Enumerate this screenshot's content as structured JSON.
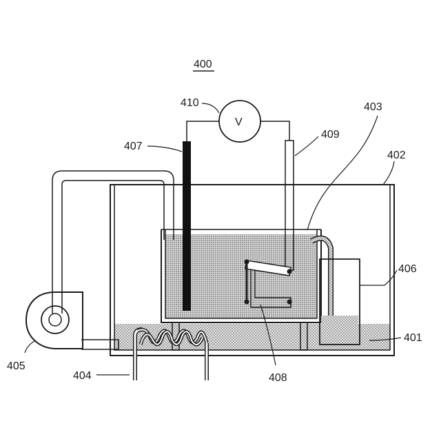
{
  "figure": {
    "number": "400",
    "meter_symbol": "V",
    "labels": {
      "meter": "410",
      "electrode_black": "407",
      "electrode_white": "409",
      "tube": "403",
      "outer_tank": "402",
      "beaker": "406",
      "liquid": "401",
      "pump": "405",
      "heater": "404",
      "holder": "408"
    }
  },
  "colors": {
    "line": "#1a1a1a",
    "fill_light": "#d6d6d6",
    "fill_dark": "#b8b8b8",
    "electrode": "#111111"
  }
}
